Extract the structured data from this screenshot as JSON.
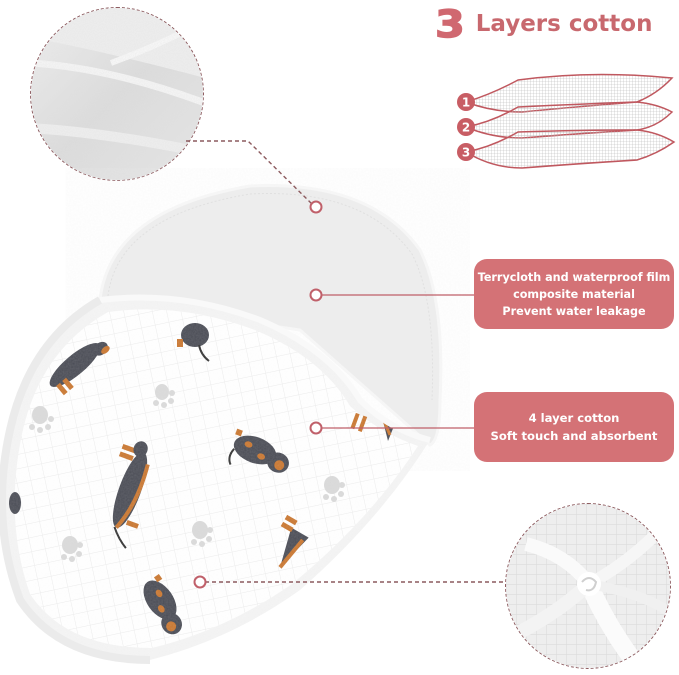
{
  "title": {
    "number": "3",
    "text": "Layers cotton"
  },
  "layers_diagram": {
    "labels": [
      "1",
      "2",
      "3"
    ]
  },
  "callouts": [
    {
      "lines": [
        "Terrycloth and waterproof film",
        "composite material",
        "Prevent water leakage"
      ]
    },
    {
      "lines": [
        "4 layer cotton",
        "Soft touch and absorbent"
      ]
    }
  ],
  "zoom_views": [
    {
      "name": "terrycloth-closeup",
      "texture": "terrycloth"
    },
    {
      "name": "muslin-closeup",
      "texture": "muslin swirl"
    }
  ],
  "colors": {
    "accent": "#d06870",
    "callout_bg": "#d47276",
    "leader_dash": "#8c5a5e",
    "dog_body": "#4a4c55",
    "dog_tan": "#c9762f",
    "paw": "#d8d8d8",
    "terry_fabric": "#ededed"
  }
}
